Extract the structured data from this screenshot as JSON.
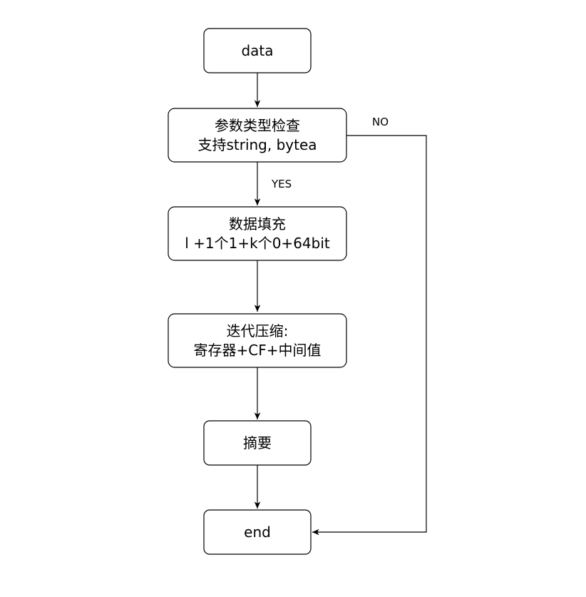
{
  "nodes": {
    "data": {
      "lines": [
        "data"
      ]
    },
    "type_check": {
      "lines": [
        "参数类型检查",
        "支持string, bytea"
      ]
    },
    "padding": {
      "lines": [
        "数据填充",
        "l +1个1+k个0+64bit"
      ]
    },
    "compress": {
      "lines": [
        "迭代压缩:",
        "寄存器+CF+中间值"
      ]
    },
    "digest": {
      "lines": [
        "摘要"
      ]
    },
    "end": {
      "lines": [
        "end"
      ]
    }
  },
  "edges": {
    "yes_label": "YES",
    "no_label": "NO"
  },
  "colors": {
    "stroke": "#000000",
    "fill": "#ffffff",
    "text": "#000000"
  }
}
